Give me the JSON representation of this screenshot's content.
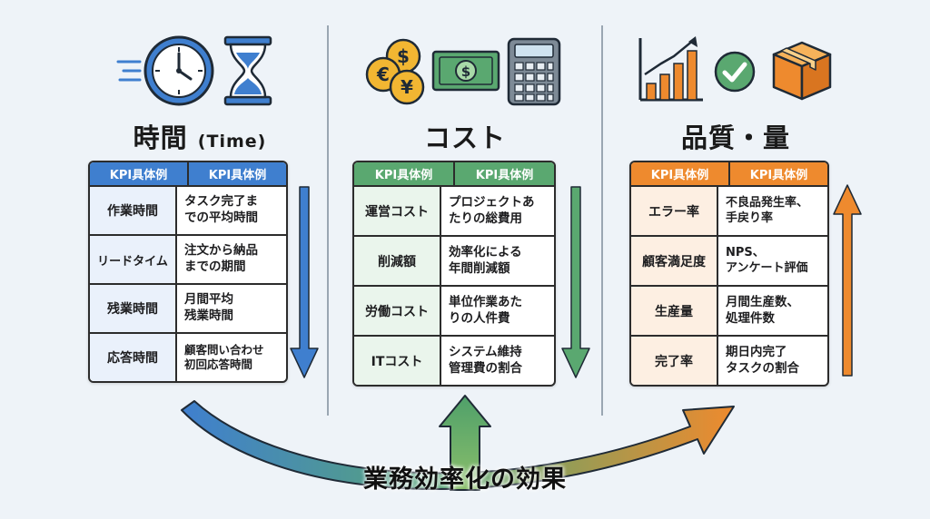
{
  "columns": [
    {
      "id": "time",
      "title": "時間",
      "subtitle": "(Time)",
      "header": [
        "KPI具体例",
        "KPI具体例"
      ],
      "rows": [
        {
          "name": "作業時間",
          "desc": "タスク完了ま\nでの平均時間"
        },
        {
          "name": "リードタイム",
          "desc": "注文から納品\nまでの期間"
        },
        {
          "name": "残業時間",
          "desc": "月間平均\n残業時間"
        },
        {
          "name": "応答時間",
          "desc": "顧客問い合わせ\n初回応答時間"
        }
      ],
      "arrow": "down",
      "icons": [
        "clock-icon",
        "hourglass-icon"
      ]
    },
    {
      "id": "cost",
      "title": "コスト",
      "header": [
        "KPI具体例",
        "KPI具体例"
      ],
      "rows": [
        {
          "name": "運営コスト",
          "desc": "プロジェクトあ\nたりの総費用"
        },
        {
          "name": "削減額",
          "desc": "効率化による\n年間削減額"
        },
        {
          "name": "労働コスト",
          "desc": "単位作業あた\nりの人件費"
        },
        {
          "name": "ITコスト",
          "desc": "システム維持\n管理費の割合"
        }
      ],
      "arrow": "down",
      "icons": [
        "coins-icon",
        "banknote-icon",
        "calculator-icon"
      ],
      "coin_symbols": [
        "€",
        "$",
        "¥"
      ]
    },
    {
      "id": "quality",
      "title": "品質・量",
      "header": [
        "KPI具体例",
        "KPI具体例"
      ],
      "rows": [
        {
          "name": "エラー率",
          "desc": "不良品発生率、\n手戻り率"
        },
        {
          "name": "顧客満足度",
          "desc": "NPS、\nアンケート評価"
        },
        {
          "name": "生産量",
          "desc": "月間生産数、\n処理件数"
        },
        {
          "name": "完了率",
          "desc": "期日内完了\nタスクの割合"
        }
      ],
      "arrow": "up",
      "icons": [
        "bar-chart-icon",
        "checkmark-icon",
        "box-icon"
      ]
    }
  ],
  "banner": "業務効率化の効果",
  "colors": {
    "blue": "#3f7fcf",
    "green": "#5aa870",
    "orange": "#ee8a2e",
    "background": "#eef3f8"
  }
}
